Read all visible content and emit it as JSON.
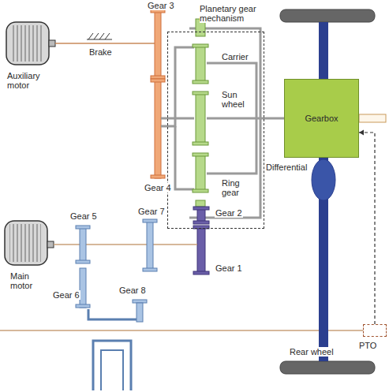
{
  "diagram": {
    "nodes": [
      {
        "text": [
          "Planetary gear mechanism"
        ]
      },
      {
        "text": [
          "Gearbox"
        ]
      },
      {
        "text": [
          "PTO"
        ]
      }
    ],
    "edges": [
      {
        "from": 0,
        "to": 1,
        "arrow": "none"
      },
      {
        "from": 2,
        "to": 1,
        "arrow": "to"
      }
    ],
    "labels": [
      "Gear 3",
      "Brake",
      "Auxiliary motor",
      "Carrier",
      "Sun wheel",
      "Gear 4",
      "Ring gear",
      "Differential",
      "Gear 5",
      "Gear 7",
      "Gear 2",
      "Main motor",
      "Gear 6",
      "Gear 8",
      "Gear 1",
      "Rear wheel"
    ]
  }
}
